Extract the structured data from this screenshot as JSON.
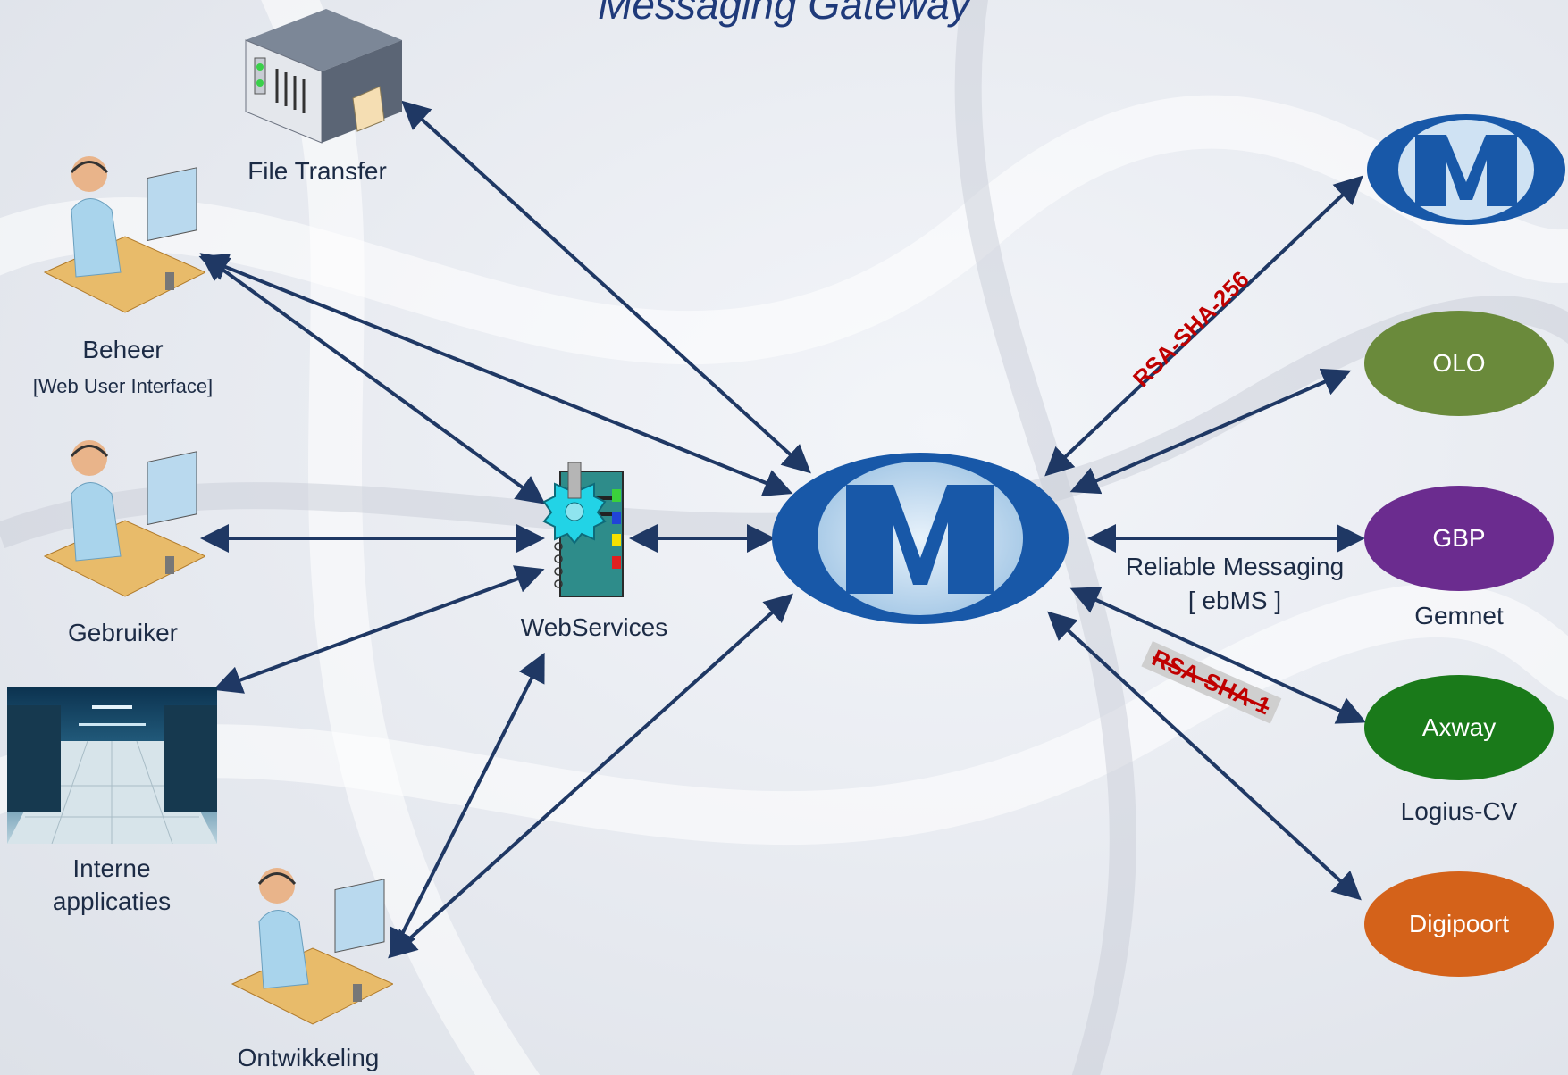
{
  "title": "Messaging Gateway",
  "left": {
    "file_transfer": "File Transfer",
    "beheer": "Beheer",
    "beheer_sub": "[Web User Interface]",
    "gebruiker": "Gebruiker",
    "interne_line1": "Interne",
    "interne_line2": "applicaties",
    "ontwikkeling": "Ontwikkeling",
    "webservices": "WebServices"
  },
  "center": {
    "reliable_line1": "Reliable Messaging",
    "reliable_line2": "[ ebMS ]",
    "rsa_256": "RSA-SHA-256",
    "rsa_1": "RSA-SHA-1"
  },
  "right": {
    "olo": "OLO",
    "gbp": "GBP",
    "gemnet": "Gemnet",
    "axway": "Axway",
    "logius": "Logius-CV",
    "digipoort": "Digipoort"
  },
  "colors": {
    "arrow": "#1f3864",
    "hub_blue": "#1a5eab",
    "olo": "#6a8a3b",
    "gbp": "#6b2c8f",
    "axway": "#1a7a1a",
    "digipoort": "#d4621a",
    "rsa_red": "#c00000"
  }
}
